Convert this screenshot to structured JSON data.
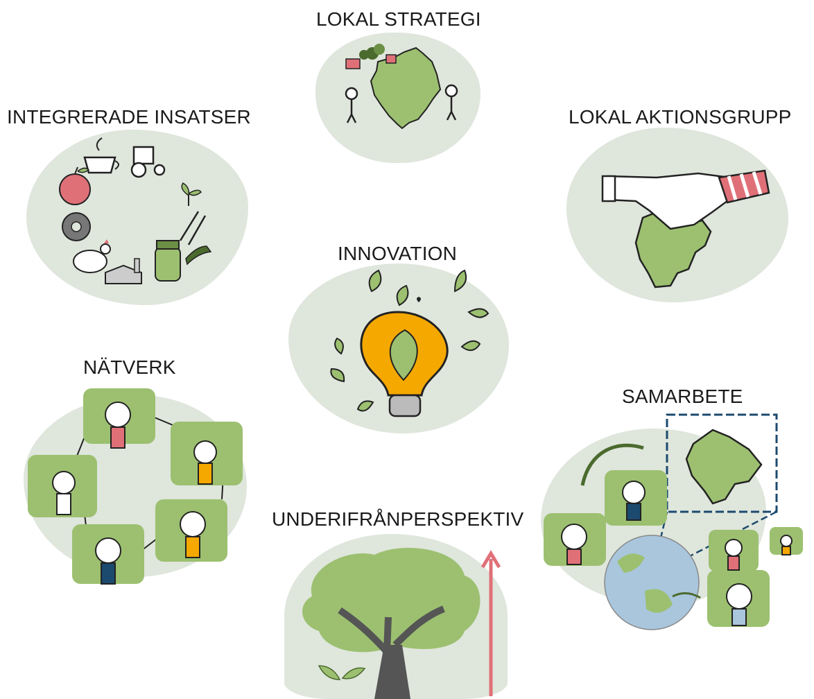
{
  "titles": {
    "lokal_strategi": "LOKAL STRATEGI",
    "integrerade_insatser": "INTEGRERADE INSATSER",
    "lokal_aktionsgrupp": "LOKAL AKTIONSGRUPP",
    "innovation": "INNOVATION",
    "natverk": "NÄTVERK",
    "samarbete": "SAMARBETE",
    "underifran": "UNDERIFRÅNPERSPEKTIV"
  },
  "colors": {
    "blob": "#dfe6dc",
    "green": "#9cc070",
    "dark_green": "#4b6a2e",
    "bulb": "#f5a800",
    "red": "#e07078",
    "navy": "#1c4a6e",
    "trunk": "#555555"
  }
}
